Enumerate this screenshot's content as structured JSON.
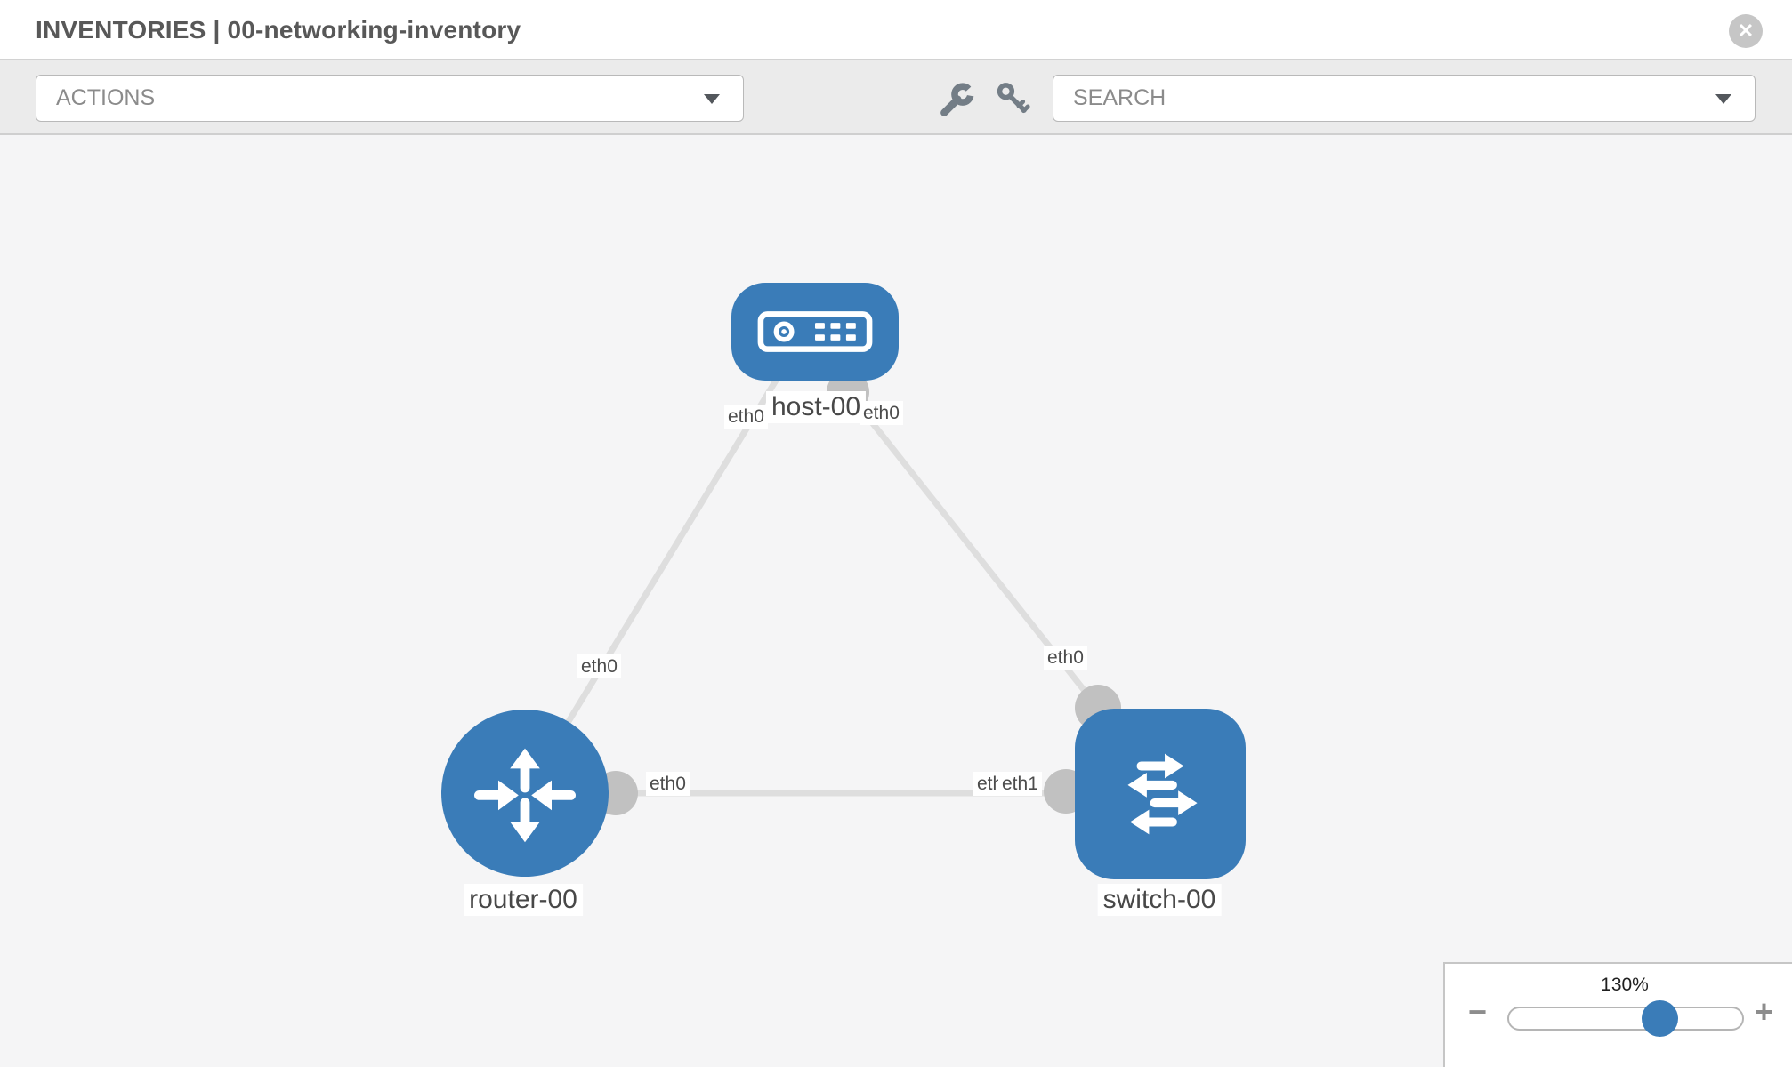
{
  "header": {
    "title": "INVENTORIES | 00-networking-inventory",
    "close_glyph": "✕"
  },
  "toolbar": {
    "actions": {
      "label": "ACTIONS"
    },
    "search": {
      "label": "SEARCH"
    },
    "icons": {
      "wrench": "wrench-icon",
      "key": "key-icon"
    }
  },
  "topology": {
    "node_labels": {
      "host": "host-00",
      "router": "router-00",
      "switch": "switch-00"
    },
    "nodes": [
      {
        "id": "host-00",
        "type": "host"
      },
      {
        "id": "router-00",
        "type": "router"
      },
      {
        "id": "switch-00",
        "type": "switch"
      }
    ],
    "links": [
      {
        "source": "host-00",
        "source_iface": "eth0",
        "target": "router-00",
        "target_iface": "eth0"
      },
      {
        "source": "host-00",
        "source_iface": "eth0",
        "target": "switch-00",
        "target_iface": "eth0"
      },
      {
        "source": "router-00",
        "source_iface": "eth0",
        "target": "switch-00",
        "target_iface": "eth1"
      }
    ],
    "iface_labels": {
      "host_to_router": "eth0",
      "host_to_switch": "eth0",
      "router_to_host": "eth0",
      "switch_to_host": "eth0",
      "router_to_switch": "eth0",
      "switch_to_router_under": "eth0",
      "switch_to_router": "eth1"
    }
  },
  "zoom_panel": {
    "level": "130%",
    "minus_label": "−",
    "plus_label": "+"
  },
  "colors": {
    "node_blue": "#3a7cb8",
    "link_gray": "#dedede",
    "connector_gray": "#c1c1c1",
    "toolbar_bg": "#ebebeb"
  }
}
